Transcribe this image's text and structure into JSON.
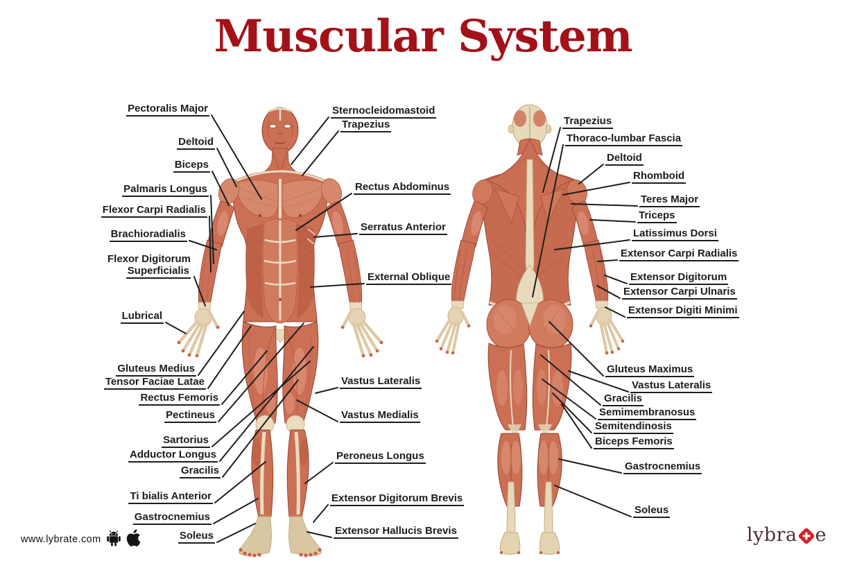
{
  "title": "Muscular System",
  "theme": {
    "title_color": "#a31218",
    "label_color": "#1c1c1c",
    "leader_line_color": "#1d1d1d",
    "muscle_color": "#cb6f55",
    "muscle_highlight": "#dd9077",
    "tendon_cream": "#e9dcbe",
    "logo_text_color": "#4e2b3a",
    "logo_accent_red": "#d2232a"
  },
  "labels": {
    "front_left": [
      {
        "text": "Pectoralis Major"
      },
      {
        "text": "Deltoid"
      },
      {
        "text": "Biceps"
      },
      {
        "text": "Palmaris Longus"
      },
      {
        "text": "Flexor Carpi Radialis"
      },
      {
        "text": "Brachioradialis"
      },
      {
        "line1": "Flexor Digitorum",
        "line2": "Superficialis"
      },
      {
        "text": "Lubrical"
      },
      {
        "text": "Gluteus Medius"
      },
      {
        "text": "Tensor Faciae Latae"
      },
      {
        "text": "Rectus Femoris"
      },
      {
        "text": "Pectineus"
      },
      {
        "text": "Sartorius"
      },
      {
        "text": "Adductor Longus"
      },
      {
        "text": "Gracilis"
      },
      {
        "text": "Ti bialis Anterior"
      },
      {
        "text": "Gastrocnemius"
      },
      {
        "text": "Soleus"
      }
    ],
    "front_right": [
      {
        "text": "Sternocleidomastoid"
      },
      {
        "text": "Trapezius"
      },
      {
        "text": "Rectus Abdominus"
      },
      {
        "text": "Serratus Anterior"
      },
      {
        "text": "External Oblique"
      },
      {
        "text": "Vastus Lateralis"
      },
      {
        "text": "Vastus Medialis"
      },
      {
        "text": "Peroneus Longus"
      },
      {
        "text": "Extensor Digitorum Brevis"
      },
      {
        "text": "Extensor Hallucis Brevis"
      }
    ],
    "back_right": [
      {
        "text": "Trapezius"
      },
      {
        "text": "Thoraco-lumbar Fascia"
      },
      {
        "text": "Deltoid"
      },
      {
        "text": "Rhomboid"
      },
      {
        "text": "Teres Major"
      },
      {
        "text": "Triceps"
      },
      {
        "text": "Latissimus Dorsi"
      },
      {
        "text": "Extensor Carpi Radialis"
      },
      {
        "text": "Extensor Digitorum"
      },
      {
        "text": "Extensor Carpi Ulnaris"
      },
      {
        "text": "Extensor Digiti Minimi"
      },
      {
        "text": "Gluteus Maximus"
      },
      {
        "text": "Vastus Lateralis"
      },
      {
        "text": "Gracilis"
      },
      {
        "text": "Semimembranosus"
      },
      {
        "text": "Semitendinosis"
      },
      {
        "text": "Biceps Femoris"
      },
      {
        "text": "Gastrocnemius"
      },
      {
        "text": "Soleus"
      }
    ]
  },
  "footer": {
    "website": "www.lybrate.com",
    "icons": [
      "android-icon",
      "apple-icon"
    ],
    "logo_prefix": "lybra",
    "logo_suffix": "e"
  }
}
